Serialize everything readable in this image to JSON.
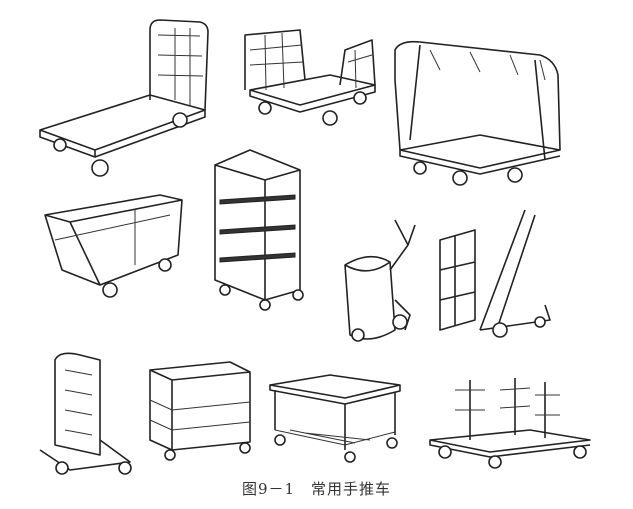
{
  "figure": {
    "number": "图9－1",
    "title": "常用手推车",
    "items": [
      "flatbed-cart-single-handle",
      "flatbed-cart-double-handle",
      "hanging-rack-cart",
      "tub-cart",
      "shelf-rack-cart",
      "drum-hand-truck",
      "hand-truck",
      "pegboard-cart",
      "three-shelf-cart",
      "mesh-bottom-table-cart",
      "bar-rack-cart"
    ]
  }
}
